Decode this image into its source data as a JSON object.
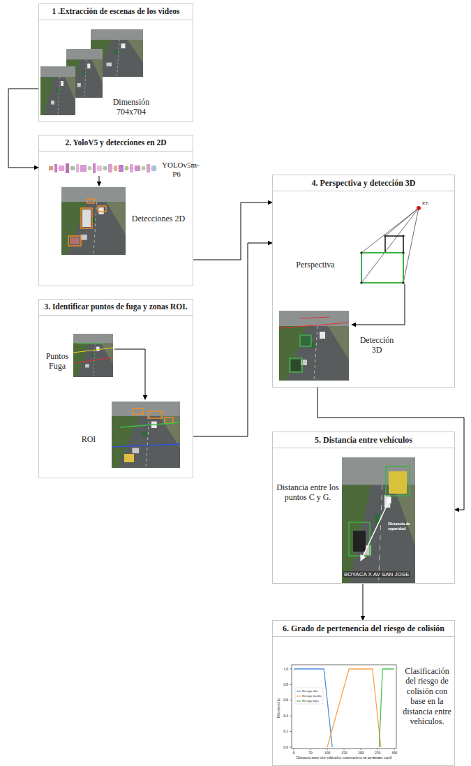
{
  "diagram": {
    "nodes": [
      {
        "text": [
          "1 .Extracción de escenas de los videos",
          "Dimensión 704x704"
        ]
      },
      {
        "text": [
          "2. YoloV5 y detecciones en 2D",
          "YOLOv5m-P6",
          "Detecciones 2D"
        ]
      },
      {
        "text": [
          "3. Identificar puntos de fuga y zonas ROI.",
          "Puntos Fuga",
          "ROI"
        ]
      },
      {
        "text": [
          "4. Perspectiva y detección 3D",
          "Perspectiva",
          "Detección 3D"
        ]
      },
      {
        "text": [
          "5. Distancia entre vehículos",
          "Distancia entre los puntos C y G."
        ]
      },
      {
        "text": [
          "6. Grado de pertenencia del riesgo de colisión",
          "Clasificación del riesgo de colisión con base en la distancia entre vehículos."
        ]
      }
    ],
    "edges": [
      {
        "from": 0,
        "to": 1,
        "arrow": "to"
      },
      {
        "from": 1,
        "to": 3,
        "arrow": "to"
      },
      {
        "from": 2,
        "to": 3,
        "arrow": "to"
      },
      {
        "from": 3,
        "to": 4,
        "arrow": "to"
      },
      {
        "from": 4,
        "to": 5,
        "arrow": "to"
      }
    ],
    "labels": [
      "P.F.",
      "Distancia de seguridad",
      "BOYACA X AV SAN JOSE",
      "Membership",
      "0.0",
      "0.2",
      "0.4",
      "0.6",
      "0.8",
      "1.0",
      "0",
      "50",
      "100",
      "150",
      "200",
      "250",
      "300",
      "Distancia entre dos vehículos consecutivos en un mismo carril"
    ],
    "legend": [
      {
        "text": "Riesgo alto"
      },
      {
        "text": "Riesgo medio"
      },
      {
        "text": "Riesgo bajo"
      }
    ]
  }
}
